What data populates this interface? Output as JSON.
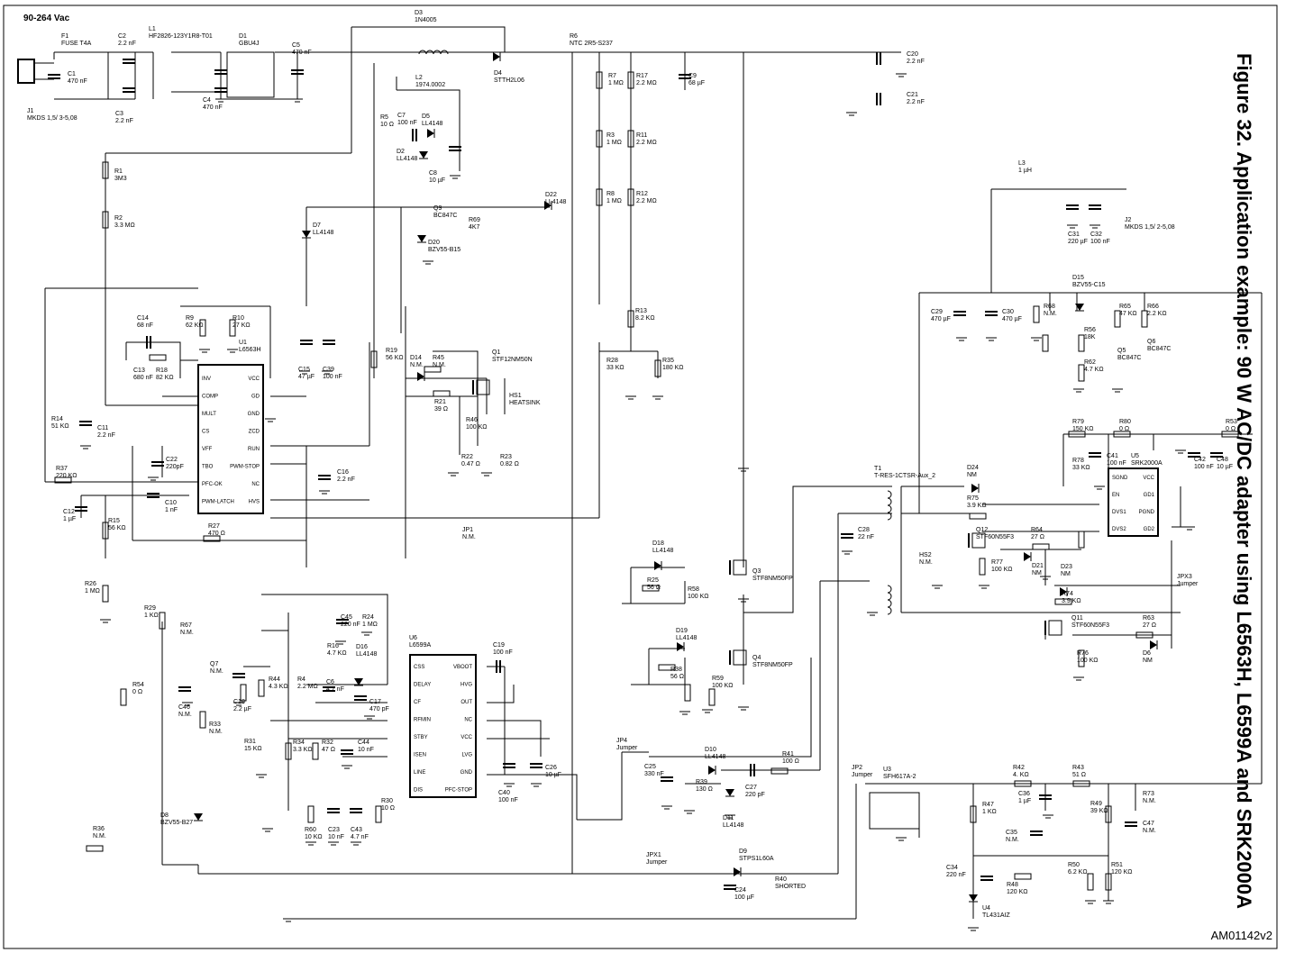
{
  "figure_caption": "Figure 32. Application example: 90 W AC/DC adapter using L6563H, L6599A and SRK2000A",
  "doc_code": "AM01142v2",
  "input_voltage": "90-264 Vac",
  "components": [
    {
      "ref": "F1",
      "value": "FUSE T4A"
    },
    {
      "ref": "C2",
      "value": "2.2 nF"
    },
    {
      "ref": "L1",
      "value": "HF2826-123Y1R8-T01"
    },
    {
      "ref": "D1",
      "value": "GBU4J"
    },
    {
      "ref": "C5",
      "value": "470 nF"
    },
    {
      "ref": "D3",
      "value": "1N4005"
    },
    {
      "ref": "R6",
      "value": "NTC 2R5-S237"
    },
    {
      "ref": "C20",
      "value": "2.2 nF"
    },
    {
      "ref": "C21",
      "value": "2.2 nF"
    },
    {
      "ref": "C1",
      "value": "470 nF"
    },
    {
      "ref": "C3",
      "value": "2.2 nF"
    },
    {
      "ref": "C4",
      "value": "470 nF"
    },
    {
      "ref": "J1",
      "value": "MKDS 1,5/ 3-5,08"
    },
    {
      "ref": "L2",
      "value": "1974.0002"
    },
    {
      "ref": "D4",
      "value": "STTH2L06"
    },
    {
      "ref": "R7",
      "value": "1 MΩ"
    },
    {
      "ref": "R17",
      "value": "2.2 MΩ"
    },
    {
      "ref": "C9",
      "value": "68 µF"
    },
    {
      "ref": "R5",
      "value": "10 Ω"
    },
    {
      "ref": "C7",
      "value": "100 nF"
    },
    {
      "ref": "D5",
      "value": "LL4148"
    },
    {
      "ref": "D2",
      "value": "LL4148"
    },
    {
      "ref": "C8",
      "value": "10 µF"
    },
    {
      "ref": "R3",
      "value": "1 MΩ"
    },
    {
      "ref": "R11",
      "value": "2.2 MΩ"
    },
    {
      "ref": "R1",
      "value": "3M3"
    },
    {
      "ref": "R2",
      "value": "3.3 MΩ"
    },
    {
      "ref": "Q9",
      "value": "BC847C"
    },
    {
      "ref": "R69",
      "value": "4K7"
    },
    {
      "ref": "D20",
      "value": "BZV55-B15"
    },
    {
      "ref": "D22",
      "value": "LL4148"
    },
    {
      "ref": "R8",
      "value": "1 MΩ"
    },
    {
      "ref": "R12",
      "value": "2.2 MΩ"
    },
    {
      "ref": "D7",
      "value": "LL4148"
    },
    {
      "ref": "L3",
      "value": "1 µH"
    },
    {
      "ref": "C31",
      "value": "220 µF"
    },
    {
      "ref": "C32",
      "value": "100 nF"
    },
    {
      "ref": "J2",
      "value": "MKDS 1,5/ 2-5,08"
    },
    {
      "ref": "D15",
      "value": "BZV55-C15"
    },
    {
      "ref": "C14",
      "value": "68 nF"
    },
    {
      "ref": "R9",
      "value": "62 KΩ"
    },
    {
      "ref": "R10",
      "value": "27 KΩ"
    },
    {
      "ref": "U1",
      "value": "L6563H"
    },
    {
      "ref": "R13",
      "value": "8.2 KΩ"
    },
    {
      "ref": "C29",
      "value": "470 µF"
    },
    {
      "ref": "C30",
      "value": "470 µF"
    },
    {
      "ref": "R68",
      "value": "N.M."
    },
    {
      "ref": "R65",
      "value": "47 KΩ"
    },
    {
      "ref": "R66",
      "value": "2.2 KΩ"
    },
    {
      "ref": "R56",
      "value": "18K"
    },
    {
      "ref": "Q5",
      "value": "BC847C"
    },
    {
      "ref": "Q6",
      "value": "BC847C"
    },
    {
      "ref": "R62",
      "value": "4.7 KΩ"
    },
    {
      "ref": "C13",
      "value": "680 nF"
    },
    {
      "ref": "R18",
      "value": "82 KΩ"
    },
    {
      "ref": "C15",
      "value": "47 µF"
    },
    {
      "ref": "C39",
      "value": "100 nF"
    },
    {
      "ref": "R19",
      "value": "56 KΩ"
    },
    {
      "ref": "D14",
      "value": "N.M."
    },
    {
      "ref": "R45",
      "value": "N.M."
    },
    {
      "ref": "Q1",
      "value": "STF12NM50N"
    },
    {
      "ref": "R28",
      "value": "33 KΩ"
    },
    {
      "ref": "R35",
      "value": "180 KΩ"
    },
    {
      "ref": "R21",
      "value": "39 Ω"
    },
    {
      "ref": "HS1",
      "value": "HEATSINK"
    },
    {
      "ref": "R14",
      "value": "51 KΩ"
    },
    {
      "ref": "C11",
      "value": "2.2 nF"
    },
    {
      "ref": "R46",
      "value": "100 KΩ"
    },
    {
      "ref": "R79",
      "value": "150 KΩ"
    },
    {
      "ref": "R80",
      "value": "0 Ω"
    },
    {
      "ref": "R53",
      "value": "0 Ω"
    },
    {
      "ref": "C22",
      "value": "220pF"
    },
    {
      "ref": "C16",
      "value": "2.2 nF"
    },
    {
      "ref": "R22",
      "value": "0.47 Ω"
    },
    {
      "ref": "R23",
      "value": "0.82 Ω"
    },
    {
      "ref": "R37",
      "value": "220 KΩ"
    },
    {
      "ref": "C41",
      "value": "100 nF"
    },
    {
      "ref": "U5",
      "value": "SRK2000A"
    },
    {
      "ref": "C42",
      "value": "100 nF"
    },
    {
      "ref": "C48",
      "value": "10 µF"
    },
    {
      "ref": "R78",
      "value": "33 KΩ"
    },
    {
      "ref": "T1",
      "value": "T-RES-1CTSR-Aux_2"
    },
    {
      "ref": "D24",
      "value": "NM"
    },
    {
      "ref": "C12",
      "value": "1 µF"
    },
    {
      "ref": "C10",
      "value": "1 nF"
    },
    {
      "ref": "R75",
      "value": "3.9 KΩ"
    },
    {
      "ref": "R15",
      "value": "56 KΩ"
    },
    {
      "ref": "JP1",
      "value": "N.M."
    },
    {
      "ref": "R27",
      "value": "470 Ω"
    },
    {
      "ref": "C28",
      "value": "22 nF"
    },
    {
      "ref": "Q12",
      "value": "STF60N55F3"
    },
    {
      "ref": "R64",
      "value": "27 Ω"
    },
    {
      "ref": "HS2",
      "value": "N.M."
    },
    {
      "ref": "R77",
      "value": "100 KΩ"
    },
    {
      "ref": "D21",
      "value": "NM"
    },
    {
      "ref": "D18",
      "value": "LL4148"
    },
    {
      "ref": "D23",
      "value": "NM"
    },
    {
      "ref": "R26",
      "value": "1 MΩ"
    },
    {
      "ref": "Q3",
      "value": "STF8NM50FP"
    },
    {
      "ref": "R25",
      "value": "56 Ω"
    },
    {
      "ref": "R58",
      "value": "100 KΩ"
    },
    {
      "ref": "JPX3",
      "value": "Jumper"
    },
    {
      "ref": "R74",
      "value": "3.9 KΩ"
    },
    {
      "ref": "R29",
      "value": "1 KΩ"
    },
    {
      "ref": "C45",
      "value": "220 nF"
    },
    {
      "ref": "R24",
      "value": "1 MΩ"
    },
    {
      "ref": "U6",
      "value": "L6599A"
    },
    {
      "ref": "R67",
      "value": "N.M."
    },
    {
      "ref": "Q11",
      "value": "STF60N55F3"
    },
    {
      "ref": "R63",
      "value": "27 Ω"
    },
    {
      "ref": "R16",
      "value": "4.7 KΩ"
    },
    {
      "ref": "D16",
      "value": "LL4148"
    },
    {
      "ref": "C19",
      "value": "100 nF"
    },
    {
      "ref": "D19",
      "value": "LL4148"
    },
    {
      "ref": "Q7",
      "value": "N.M."
    },
    {
      "ref": "R76",
      "value": "100 KΩ"
    },
    {
      "ref": "D6",
      "value": "NM"
    },
    {
      "ref": "Q4",
      "value": "STF8NM50FP"
    },
    {
      "ref": "R44",
      "value": "4.3 KΩ"
    },
    {
      "ref": "R4",
      "value": "2.2 MΩ"
    },
    {
      "ref": "C6",
      "value": "4.7 nF"
    },
    {
      "ref": "R38",
      "value": "56 Ω"
    },
    {
      "ref": "R59",
      "value": "100 KΩ"
    },
    {
      "ref": "C46",
      "value": "N.M."
    },
    {
      "ref": "C18",
      "value": "2.2 µF"
    },
    {
      "ref": "C17",
      "value": "470 pF"
    },
    {
      "ref": "R54",
      "value": "0 Ω"
    },
    {
      "ref": "R33",
      "value": "N.M."
    },
    {
      "ref": "R31",
      "value": "15 KΩ"
    },
    {
      "ref": "R34",
      "value": "3.3 KΩ"
    },
    {
      "ref": "R32",
      "value": "47 Ω"
    },
    {
      "ref": "C44",
      "value": "10 nF"
    },
    {
      "ref": "JP4",
      "value": "Jumper"
    },
    {
      "ref": "D10",
      "value": "LL4148"
    },
    {
      "ref": "R41",
      "value": "100 Ω"
    },
    {
      "ref": "C26",
      "value": "10 µF"
    },
    {
      "ref": "C25",
      "value": "330 nF"
    },
    {
      "ref": "R39",
      "value": "130 Ω"
    },
    {
      "ref": "C27",
      "value": "220 pF"
    },
    {
      "ref": "JP2",
      "value": "Jumper"
    },
    {
      "ref": "U3",
      "value": "SFH617A-2"
    },
    {
      "ref": "R42",
      "value": "4. KΩ"
    },
    {
      "ref": "R43",
      "value": "51 Ω"
    },
    {
      "ref": "C36",
      "value": "1 µF"
    },
    {
      "ref": "R73",
      "value": "N.M."
    },
    {
      "ref": "C40",
      "value": "100 nF"
    },
    {
      "ref": "D11",
      "value": "LL4148"
    },
    {
      "ref": "R47",
      "value": "1 KΩ"
    },
    {
      "ref": "R49",
      "value": "39 KΩ"
    },
    {
      "ref": "C47",
      "value": "N.M."
    },
    {
      "ref": "D8",
      "value": "BZV55-B27"
    },
    {
      "ref": "R30",
      "value": "10 Ω"
    },
    {
      "ref": "R60",
      "value": "10 KΩ"
    },
    {
      "ref": "C23",
      "value": "10 nF"
    },
    {
      "ref": "C43",
      "value": "4.7 nF"
    },
    {
      "ref": "C35",
      "value": "N.M."
    },
    {
      "ref": "R36",
      "value": "N.M."
    },
    {
      "ref": "JPX1",
      "value": "Jumper"
    },
    {
      "ref": "D9",
      "value": "STPS1L60A"
    },
    {
      "ref": "R40",
      "value": "SHORTED"
    },
    {
      "ref": "C24",
      "value": "100 µF"
    },
    {
      "ref": "C34",
      "value": "220 nF"
    },
    {
      "ref": "R48",
      "value": "120 KΩ"
    },
    {
      "ref": "R50",
      "value": "6.2 KΩ"
    },
    {
      "ref": "R51",
      "value": "120 KΩ"
    },
    {
      "ref": "U4",
      "value": "TL431AIZ"
    }
  ],
  "ic_pins": {
    "u1_left": [
      "INV",
      "COMP",
      "MULT",
      "CS",
      "VFF",
      "TBO",
      "PFC-OK",
      "PWM-LATCH"
    ],
    "u1_right": [
      "VCC",
      "GD",
      "GND",
      "ZCD",
      "RUN",
      "PWM-STOP",
      "NC",
      "HVS"
    ],
    "u6_left": [
      "CSS",
      "DELAY",
      "CF",
      "RFMIN",
      "STBY",
      "ISEN",
      "LINE",
      "DIS"
    ],
    "u6_right": [
      "VBOOT",
      "HVG",
      "OUT",
      "NC",
      "VCC",
      "LVG",
      "GND",
      "PFC-STOP"
    ],
    "u5_left": [
      "SGND",
      "EN",
      "DVS1",
      "DVS2"
    ],
    "u5_right": [
      "VCC",
      "GD1",
      "PGND",
      "GD2"
    ]
  }
}
